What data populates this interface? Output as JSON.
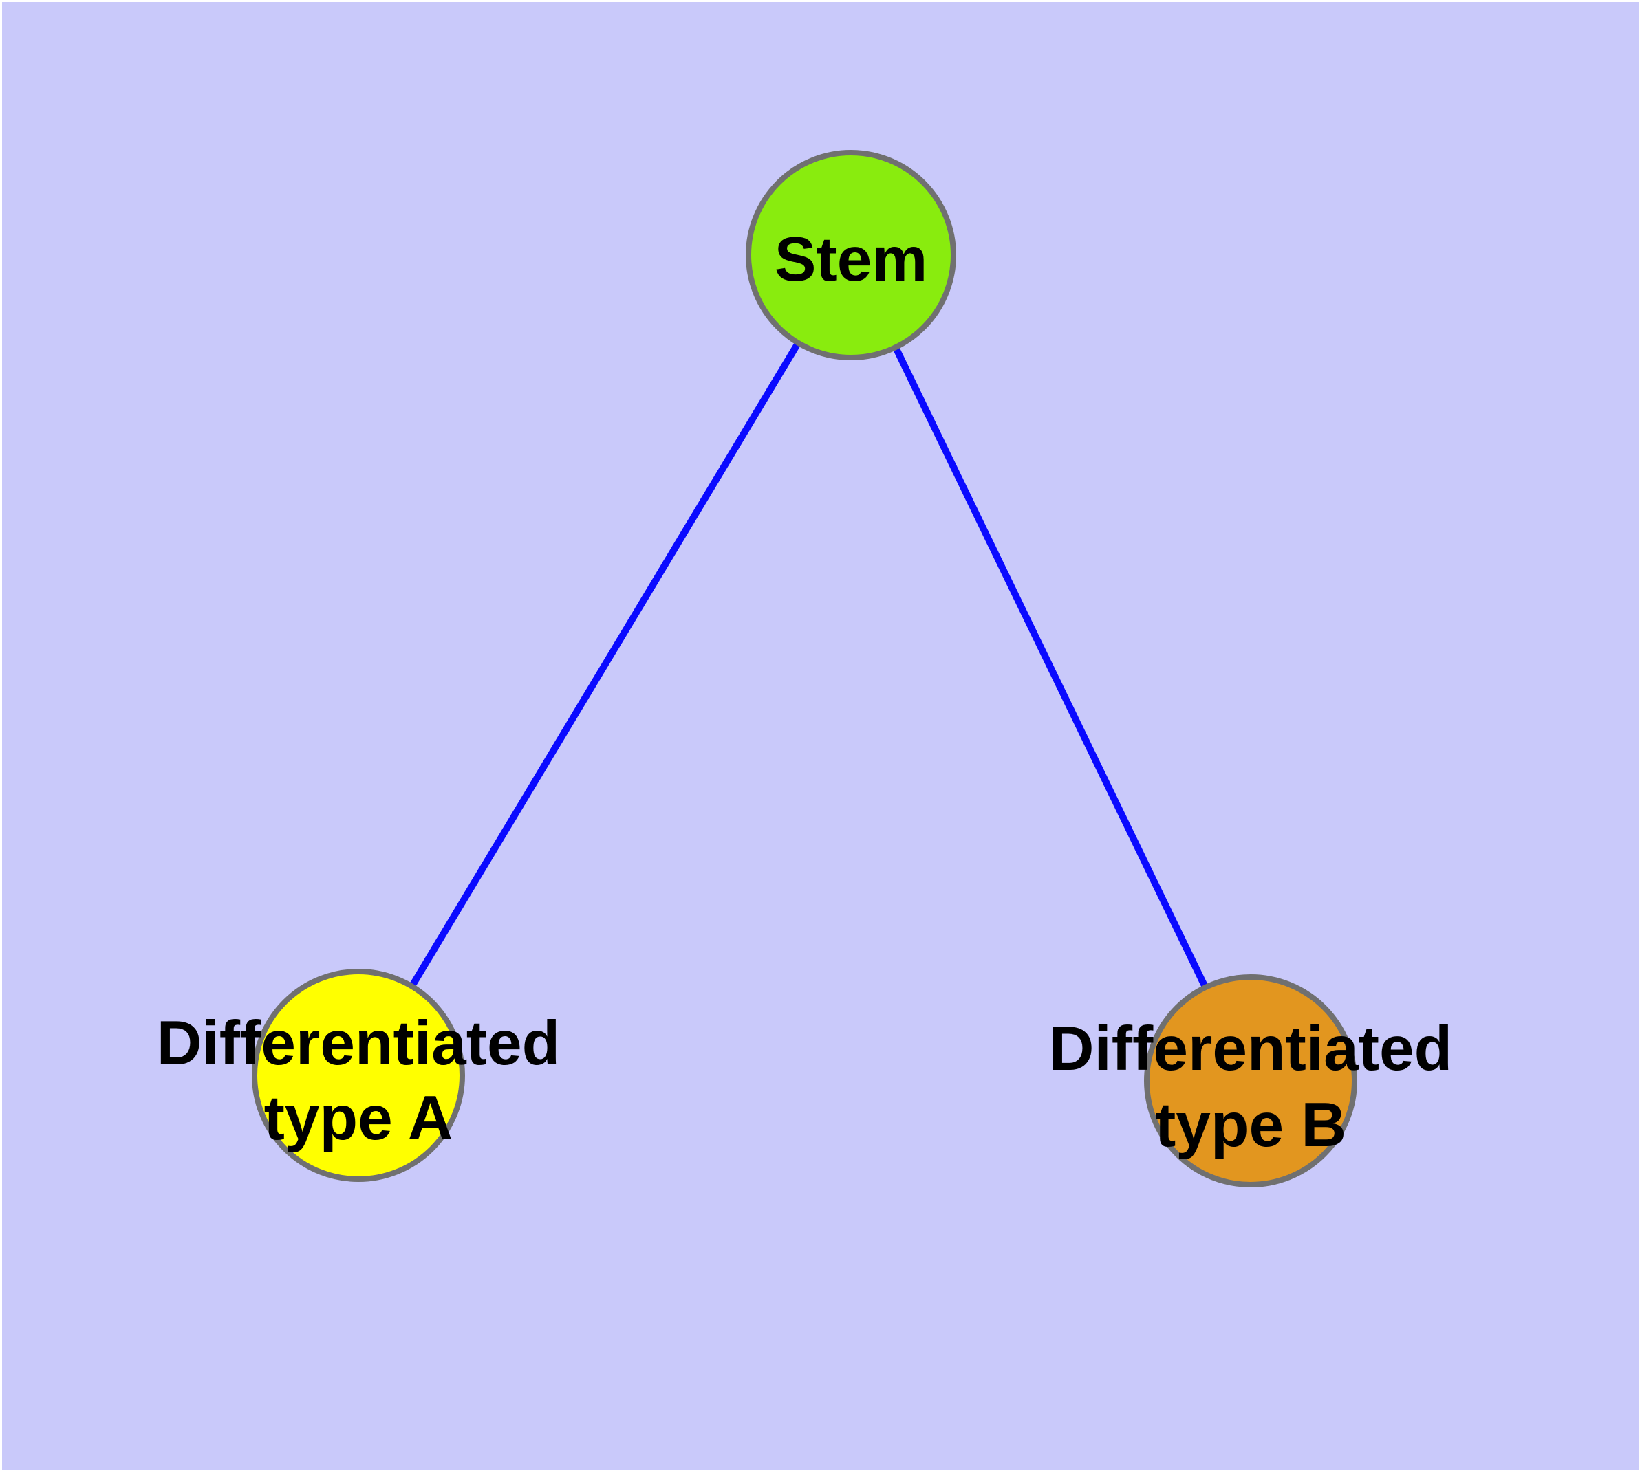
{
  "diagram": {
    "type": "graph",
    "description": "Cell differentiation hierarchy diagram: a Stem node connected by two edges to Differentiated type A and Differentiated type B nodes",
    "colors": {
      "background": "#C9C9FA",
      "page_margin": "#FFFFFF",
      "edge": "#0A0AFF",
      "node_border": "#707070",
      "label_text": "#000000"
    },
    "nodes": [
      {
        "id": "stem",
        "shape": "circle",
        "label": "Stem",
        "fill": "#89EC0E"
      },
      {
        "id": "differentiated-type-a",
        "shape": "circle",
        "label_lines": [
          "Differentiated",
          "type A"
        ],
        "fill": "#FFFF00"
      },
      {
        "id": "differentiated-type-b",
        "shape": "circle",
        "label_lines": [
          "Differentiated",
          "type B"
        ],
        "fill": "#E2961F"
      }
    ],
    "edges": [
      {
        "from": "stem",
        "to": "differentiated-type-a"
      },
      {
        "from": "stem",
        "to": "differentiated-type-b"
      }
    ]
  }
}
